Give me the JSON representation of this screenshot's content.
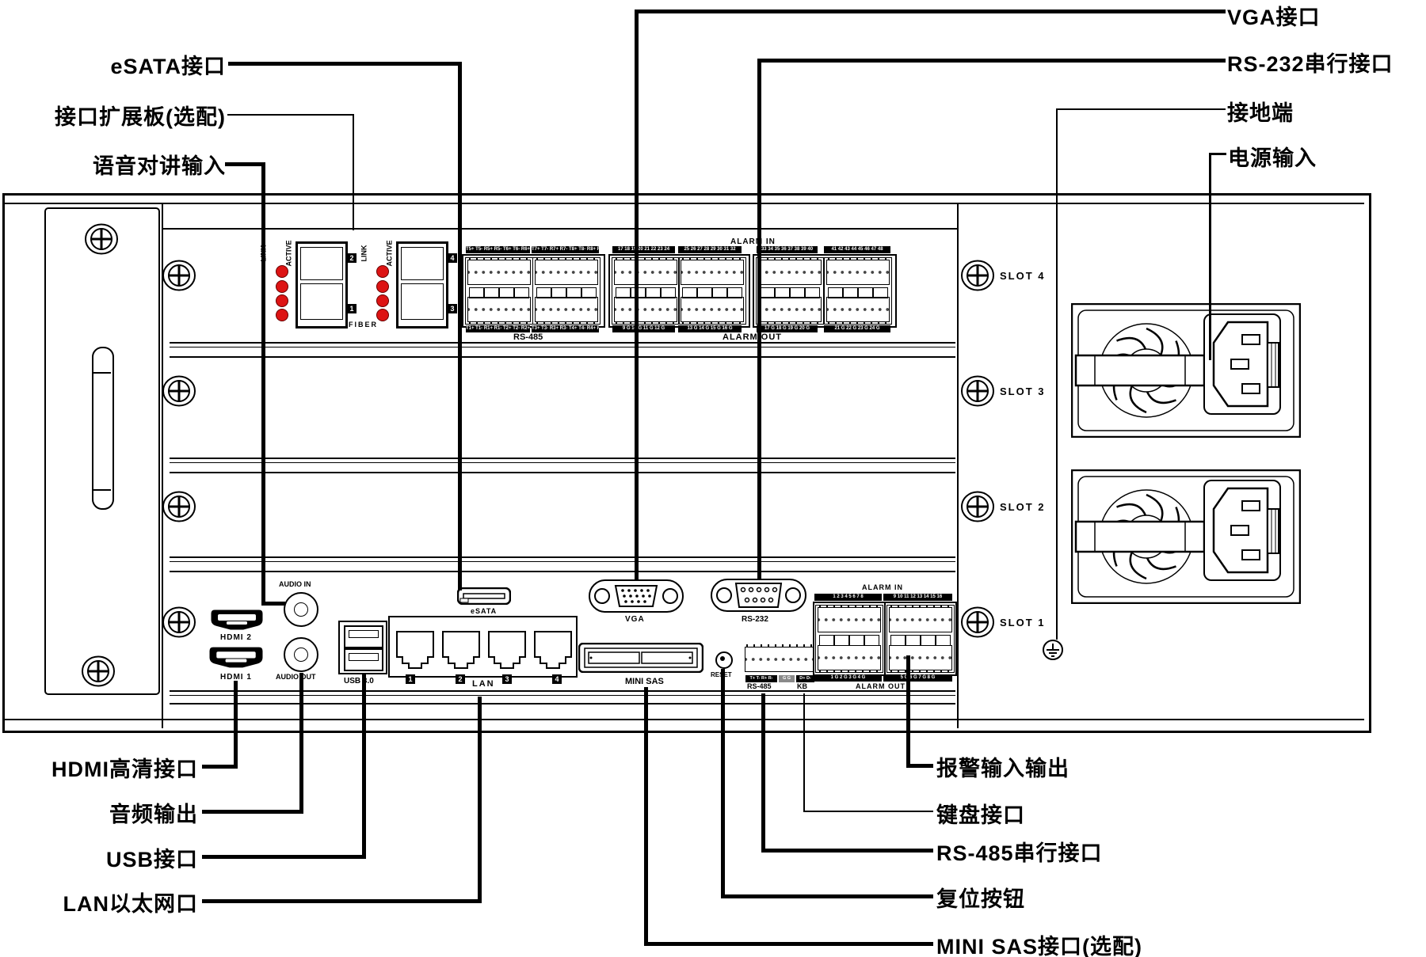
{
  "callouts": {
    "esata": {
      "label": "eSATA接口"
    },
    "expansion": {
      "label": "接口扩展板(选配)"
    },
    "intercom": {
      "label": "语音对讲输入"
    },
    "vga": {
      "label": "VGA接口"
    },
    "rs232": {
      "label": "RS-232串行接口"
    },
    "ground": {
      "label": "接地端"
    },
    "power": {
      "label": "电源输入"
    },
    "hdmi": {
      "label": "HDMI高清接口"
    },
    "audio_out": {
      "label": "音频输出"
    },
    "usb": {
      "label": "USB接口"
    },
    "lan": {
      "label": "LAN以太网口"
    },
    "alarm_io": {
      "label": "报警输入输出"
    },
    "keyboard": {
      "label": "键盘接口"
    },
    "rs485": {
      "label": "RS-485串行接口"
    },
    "reset": {
      "label": "复位按钮"
    },
    "minisas": {
      "label": "MINI SAS接口(选配)"
    }
  },
  "slots": [
    "SLOT 4",
    "SLOT 3",
    "SLOT 2",
    "SLOT 1"
  ],
  "fiber": {
    "link": "LINK",
    "active": "ACTIVE",
    "label": "FIBER",
    "badges": [
      "2",
      "1",
      "4",
      "3"
    ]
  },
  "rs485_card": {
    "label": "RS-485",
    "top_strips": [
      "T5+ T5- R5+ R5- T6+ T6- R6+ R6",
      "T7+ T7- R7+ R7- T8+ T8- R8+ R8"
    ],
    "bottom_strips": [
      "T1+ T1- R1+ R1- T2+ T2- R2+ R2",
      "T3+ T3- R3+ R3- T4+ T4- R4+ R4"
    ]
  },
  "alarm_card": {
    "in_label": "ALARM IN",
    "out_label": "ALARM OUT",
    "in_strips": [
      "17 18 19 20 21 22 23 24",
      "25 26 27 28 29 30 31 32",
      "33 34 35 36 37 38 39 40",
      "41 42 43 44 45 46 47 48"
    ],
    "out_strips": [
      "9 G 10 G 11 G 12 G",
      "13 G 14 G 15 G 16 G",
      "17 G 18 G 19 G 20 G",
      "21 G 22 G 23 G 24 G"
    ]
  },
  "io": {
    "audio_in": "AUDIO IN",
    "audio_out": "AUDIO OUT",
    "hdmi2": "HDMI 2",
    "hdmi1": "HDMI 1",
    "usb": "USB 3.0",
    "lan": "LAN",
    "lan_ports": [
      "1",
      "2",
      "3",
      "4"
    ],
    "esata": "eSATA",
    "vga": "VGA",
    "rs232": "RS-232",
    "minisas": "MINI SAS",
    "reset": "RESET",
    "rs485_pins": "T+ T- R+ R-",
    "gnd_pins": "G G",
    "kb_pins": "D+ D-",
    "rs485": "RS-485",
    "kb": "KB",
    "alarm_in": "ALARM IN",
    "alarm_out": "ALARM OUT",
    "alarm_in_strips": [
      "1 2 3 4 5 6 7 8",
      "9 10 11 12 13 14 15 16"
    ],
    "alarm_out_strips": [
      "1 G 2 G 3 G 4 G",
      "5 G 6 G 7 G 8 G"
    ]
  },
  "colors": {
    "led": "#dd1414",
    "line": "#000000"
  }
}
